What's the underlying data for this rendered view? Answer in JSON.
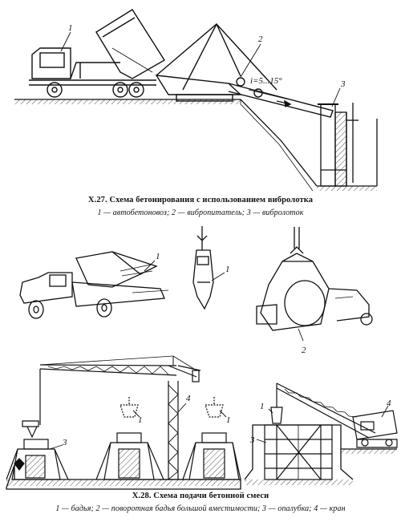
{
  "figure_1": {
    "title": "X.27. Схема бетонирования с использованием вибролотка",
    "legend": "1 — автобетоновоз;  2 — вибропитатель;  3 — вибролоток",
    "labels": [
      "1",
      "2",
      "3"
    ],
    "angle_label": "i=5...15°"
  },
  "figure_2": {
    "title": "X.28. Схема подачи бетонной смеси",
    "legend": "1 — бадья;  2 — поворотная бадья большой вместимости;  3 — опалубка;  4 — кран",
    "labels": [
      "1",
      "1",
      "2",
      "1",
      "1",
      "3",
      "4",
      "1",
      "3",
      "4"
    ]
  }
}
